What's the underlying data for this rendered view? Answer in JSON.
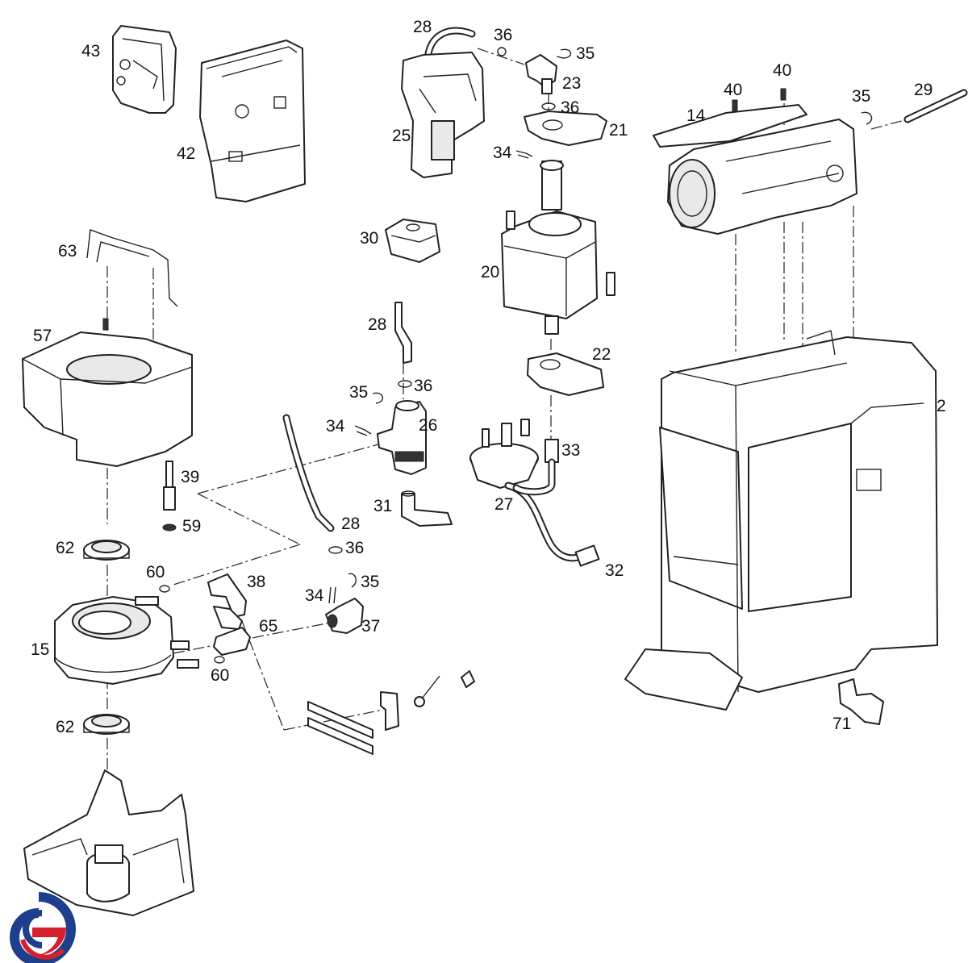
{
  "parts_diagram": {
    "callouts": [
      "43",
      "42",
      "28",
      "36",
      "35",
      "23",
      "36",
      "21",
      "25",
      "34",
      "40",
      "40",
      "35",
      "29",
      "14",
      "30",
      "20",
      "63",
      "28",
      "57",
      "22",
      "36",
      "35",
      "26",
      "34",
      "2",
      "39",
      "33",
      "28",
      "59",
      "31",
      "27",
      "62",
      "36",
      "60",
      "38",
      "35",
      "34",
      "32",
      "37",
      "65",
      "15",
      "60",
      "62",
      "71"
    ]
  },
  "brand": {
    "colors": {
      "blue": "#1d3f8c",
      "red": "#d6202c",
      "line": "#222222"
    }
  }
}
